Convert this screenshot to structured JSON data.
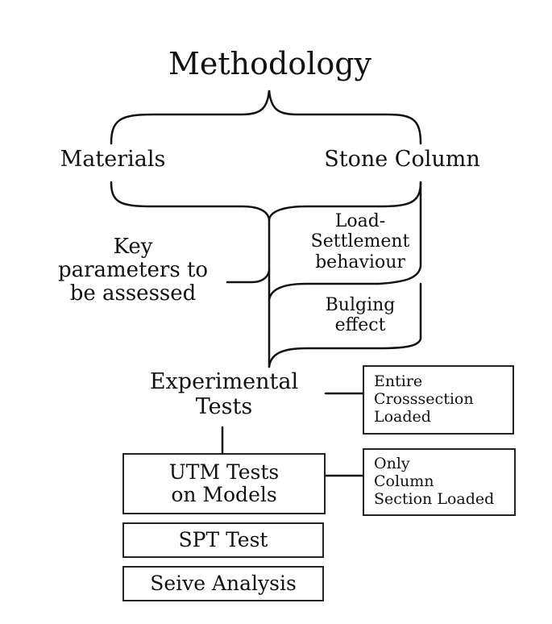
{
  "diagram": {
    "title": "Methodology",
    "materials": "Materials",
    "stone_column": "Stone Column",
    "key_parameters": [
      "Key",
      "parameters to",
      "be assessed"
    ],
    "load_settlement": [
      "Load-",
      "Settlement",
      "behaviour"
    ],
    "bulging_effect": [
      "Bulging",
      "effect"
    ],
    "experimental_tests": [
      "Experimental",
      "Tests"
    ],
    "entire_crosssection": [
      "Entire",
      "Crosssection",
      "Loaded"
    ],
    "utm_tests": [
      "UTM Tests",
      "on Models"
    ],
    "only_column": [
      "Only",
      "Column",
      "Section Loaded"
    ],
    "spt_test": "SPT Test",
    "seive_analysis": "Seive Analysis"
  }
}
